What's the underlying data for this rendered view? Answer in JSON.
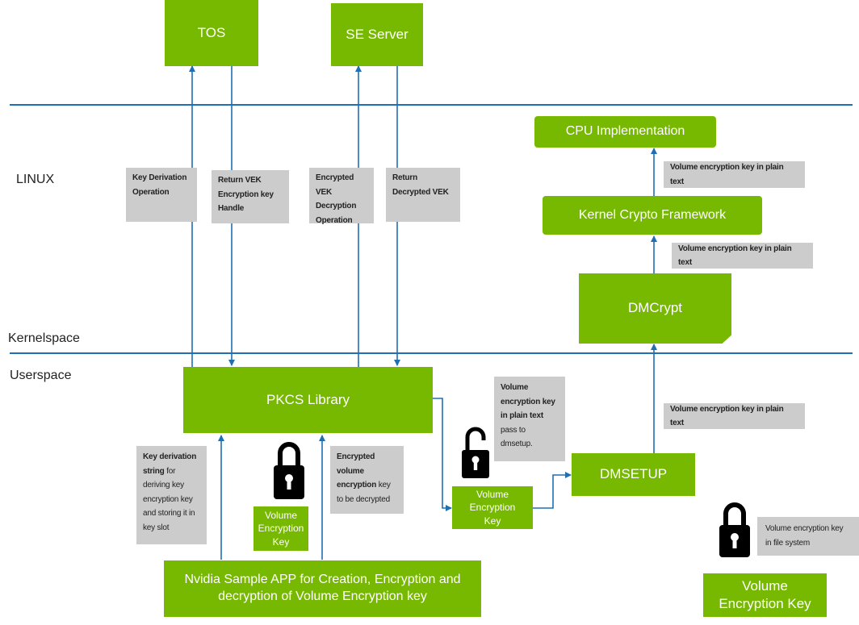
{
  "layers": {
    "linux": "LINUX",
    "kernelspace": "Kernelspace",
    "userspace": "Userspace"
  },
  "boxes": {
    "tos": "TOS",
    "se_server": "SE Server",
    "cpu_impl": "CPU Implementation",
    "kernel_crypto": "Kernel Crypto Framework",
    "dmcrypt": "DMCrypt",
    "pkcs": "PKCS Library",
    "dmsetup": "DMSETUP",
    "vek_app": "Volume Encryption Key",
    "vek_mid": "Volume Encryption Key",
    "vek_fs": "Volume Encryption Key",
    "nvidia_app": "Nvidia Sample APP for Creation, Encryption and decryption of Volume Encryption key"
  },
  "notes": {
    "key_derivation_op": "Key Derivation Operation",
    "return_vek_handle": "Return VEK Encryption key Handle",
    "encrypted_vek_dec": "Encrypted VEK Decryption Operation",
    "return_decrypted": "Return Decrypted VEK",
    "plain_cpu": "Volume encryption key in plain text",
    "plain_kcf": "Volume encryption key in plain text",
    "plain_dmsetup": "Volume encryption key in plain text",
    "kds_bold": "Key derivation string",
    "kds_plain": "for deriving key encryption key and storing it in key slot",
    "enc_vek_bold": "Encrypted volume encryption",
    "enc_vek_plain": "key to be decrypted",
    "pass_bold": "Volume encryption key in plain text",
    "pass_plain": "pass to dmsetup.",
    "fs_note": "Volume encryption key in file system"
  },
  "colors": {
    "green": "#76b900",
    "arrow_blue": "#1f6fb2",
    "note_gray": "#cccccc"
  },
  "icons": [
    "lock-closed-icon",
    "lock-open-icon",
    "lock-closed-icon"
  ]
}
